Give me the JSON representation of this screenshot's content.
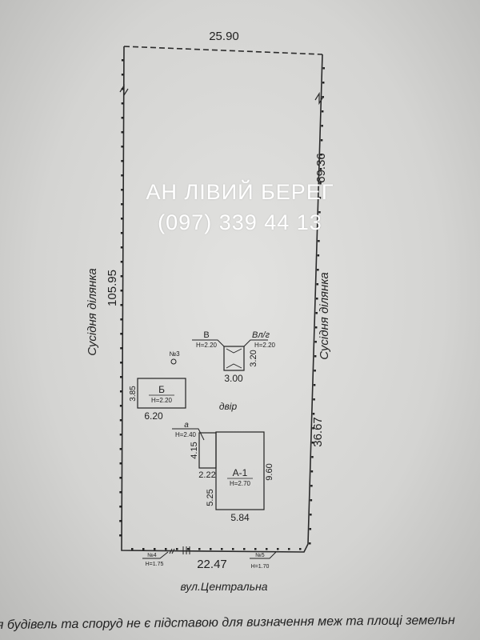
{
  "watermark": {
    "agency": "АН ЛІВИЙ БЕРЕГ",
    "phone": "(097) 339 44 13"
  },
  "dimensions": {
    "top": "25.90",
    "right_upper": "69.36",
    "left": "105.95",
    "right_lower": "36.67",
    "bottom": "22.47"
  },
  "neighbors": {
    "left": "Сусідня ділянка",
    "right": "Сусідня ділянка"
  },
  "street": "вул.Центральна",
  "yard": "двір",
  "well": "№3",
  "buildings": {
    "V": {
      "label": "В",
      "height": "H=2.20"
    },
    "Vlg": {
      "label": "Вл/г",
      "height": "H=2.20",
      "width": "3.00",
      "depth": "3.20"
    },
    "B": {
      "label": "Б",
      "height": "H=2.20",
      "width": "6.20",
      "depth": "3.85"
    },
    "a": {
      "label": "а",
      "height": "H=2.40",
      "width": "2.22",
      "depth": "4.15"
    },
    "A1": {
      "label": "А-1",
      "height": "H=2.70",
      "width": "5.84",
      "depth": "9.60",
      "offset": "5.25"
    }
  },
  "gates": {
    "n4": {
      "label": "№4",
      "height": "H=1.75"
    },
    "n5": {
      "label": "№5",
      "height": "H=1.70"
    }
  },
  "footnote": "я будівель та споруд не є підставою для визначення меж та площі земельн"
}
